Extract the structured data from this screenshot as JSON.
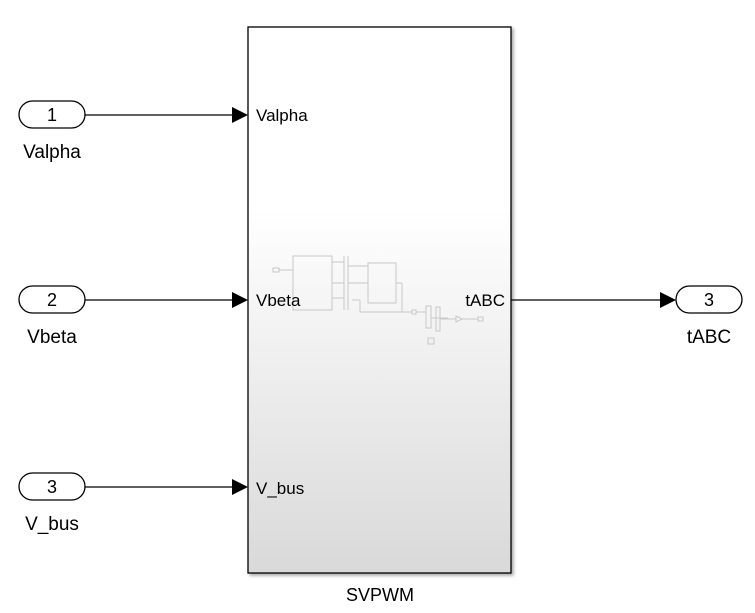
{
  "block": {
    "name": "SVPWM",
    "inputs": [
      "Valpha",
      "Vbeta",
      "V_bus"
    ],
    "outputs": [
      "tABC"
    ]
  },
  "inports": [
    {
      "number": "1",
      "name": "Valpha"
    },
    {
      "number": "2",
      "name": "Vbeta"
    },
    {
      "number": "3",
      "name": "V_bus"
    }
  ],
  "outports": [
    {
      "number": "3",
      "name": "tABC"
    }
  ],
  "colors": {
    "line": "#000000",
    "block_border": "#000000",
    "block_fill_top": "#ffffff",
    "block_fill_bottom": "#d9d9d9",
    "ghost": "#c8c8c8"
  }
}
